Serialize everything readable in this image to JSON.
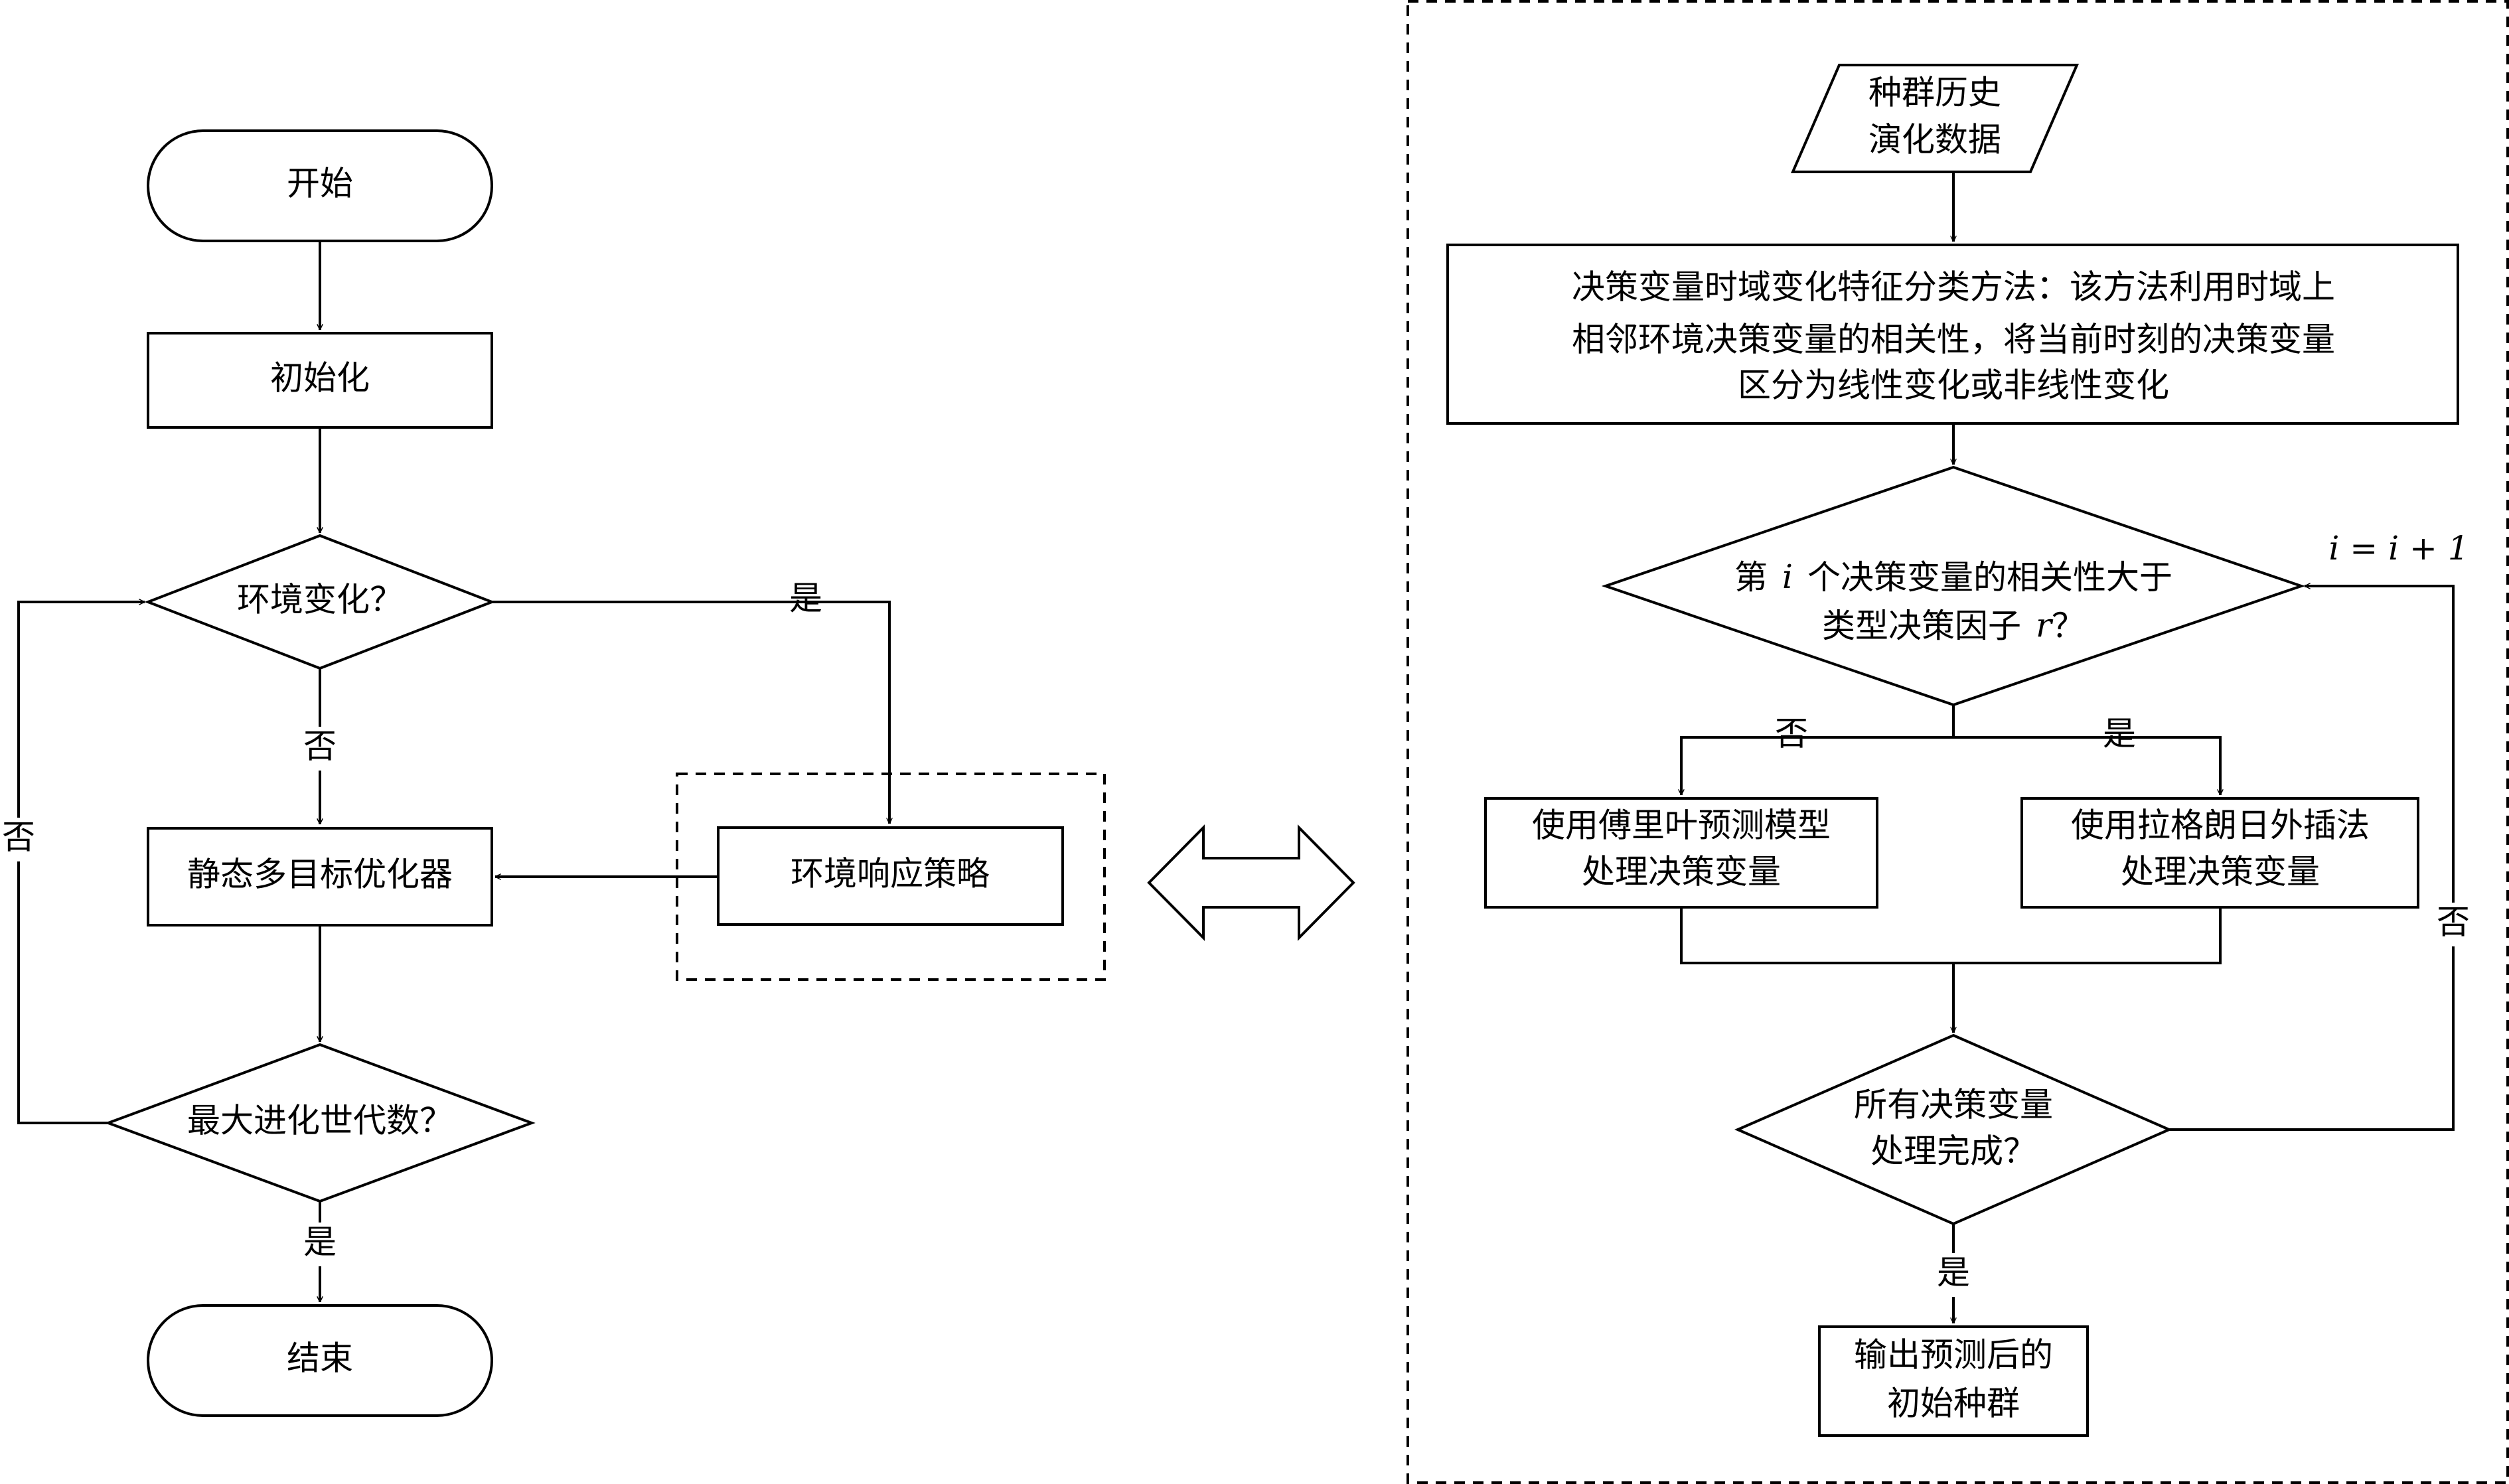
{
  "left_flow": {
    "start": "开始",
    "init": "初始化",
    "env_change": "环境变化？",
    "optimizer": "静态多目标优化器",
    "response": "环境响应策略",
    "max_gen": "最大进化世代数？",
    "end": "结束",
    "yes_env": "是",
    "no_env": "否",
    "no_loop": "否",
    "yes_end": "是"
  },
  "right_flow": {
    "input_line1": "种群历史",
    "input_line2": "演化数据",
    "classify_line1": "决策变量时域变化特征分类方法：该方法利用时域上",
    "classify_line2": "相邻环境决策变量的相关性，将当前时刻的决策变量",
    "classify_line3": "区分为线性变化或非线性变化",
    "decision_prefix": "第",
    "decision_var_i": "i",
    "decision_suffix": "个决策变量的相关性大于",
    "decision_line2_prefix": "类型决策因子",
    "decision_var_r": "r",
    "decision_line2_suffix": "？",
    "fourier_line1": "使用傅里叶预测模型",
    "fourier_line2": "处理决策变量",
    "lagrange_line1": "使用拉格朗日外插法",
    "lagrange_line2": "处理决策变量",
    "all_done_line1": "所有决策变量",
    "all_done_line2": "处理完成？",
    "output_line1": "输出预测后的",
    "output_line2": "初始种群",
    "no_branch": "否",
    "yes_branch": "是",
    "increment": "i = i + 1",
    "no_loop": "否",
    "yes_output": "是"
  }
}
